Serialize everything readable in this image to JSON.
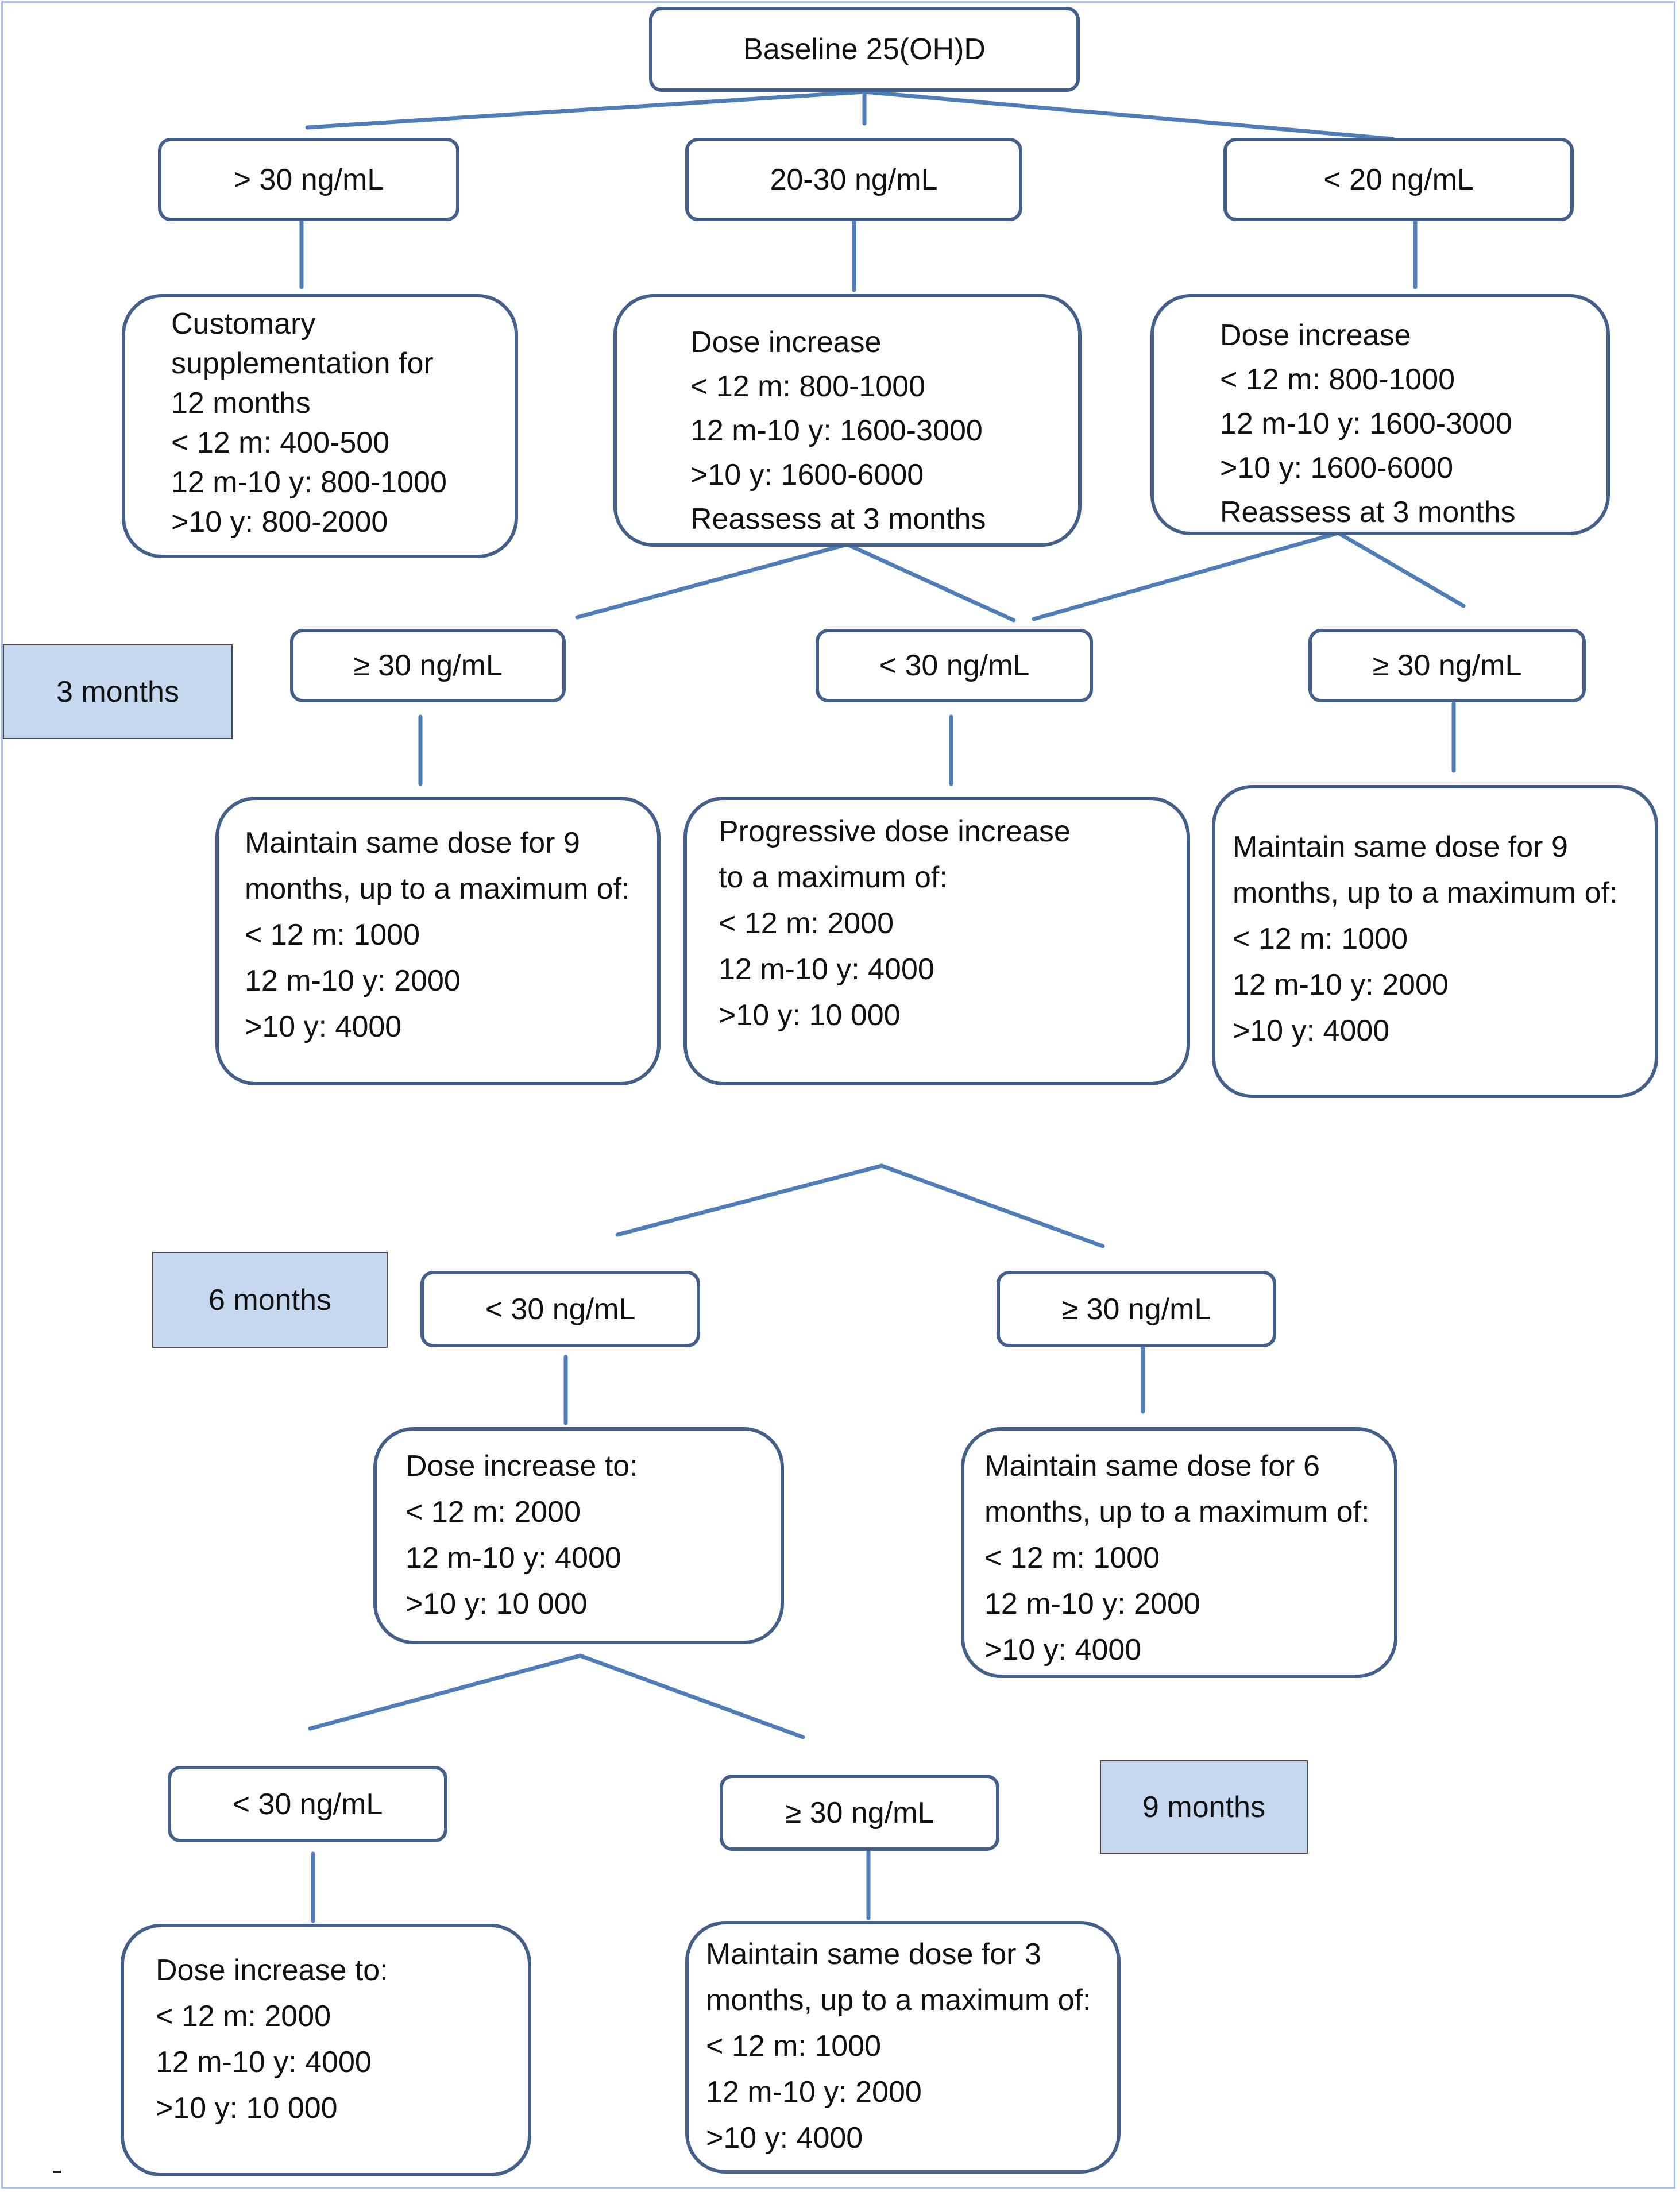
{
  "root": {
    "label": "Baseline 25(OH)D"
  },
  "baseline_branches": {
    "high": {
      "label": "> 30 ng/mL"
    },
    "mid": {
      "label": "20-30 ng/mL"
    },
    "low": {
      "label": "< 20 ng/mL"
    }
  },
  "baseline_actions": {
    "high": [
      "Customary",
      "supplementation for",
      "12 months",
      "< 12 m: 400-500",
      "12 m-10 y: 800-1000",
      ">10 y: 800-2000"
    ],
    "mid": [
      "Dose increase",
      "< 12 m: 800-1000",
      "12 m-10 y: 1600-3000",
      ">10 y: 1600-6000",
      "Reassess at 3 months"
    ],
    "low": [
      "Dose increase",
      "< 12 m: 800-1000",
      "12 m-10 y: 1600-3000",
      ">10 y: 1600-6000",
      "Reassess at 3 months"
    ]
  },
  "month3": {
    "time_label": "3 months",
    "left": {
      "label": "≥ 30 ng/mL"
    },
    "center": {
      "label": "< 30 ng/mL"
    },
    "right": {
      "label": "≥ 30 ng/mL"
    },
    "left_action": [
      "Maintain same dose for 9",
      "months, up to a maximum of:",
      "< 12 m: 1000",
      "12 m-10 y: 2000",
      ">10 y: 4000"
    ],
    "center_action": [
      "Progressive dose increase",
      "to a maximum of:",
      "< 12 m: 2000",
      "12 m-10 y: 4000",
      ">10 y: 10 000"
    ],
    "right_action": [
      "Maintain same dose for 9",
      "months, up to a maximum of:",
      "< 12 m: 1000",
      "12 m-10 y: 2000",
      ">10 y: 4000"
    ]
  },
  "month6": {
    "time_label": "6 months",
    "left": {
      "label": "< 30 ng/mL"
    },
    "right": {
      "label": "≥ 30 ng/mL"
    },
    "left_action": [
      "Dose increase to:",
      "< 12 m: 2000",
      "12 m-10 y: 4000",
      ">10 y: 10 000"
    ],
    "right_action": [
      "Maintain same dose for 6",
      "months, up to a maximum of:",
      "< 12 m: 1000",
      "12 m-10 y: 2000",
      ">10 y: 4000"
    ]
  },
  "month9": {
    "time_label": "9 months",
    "left": {
      "label": "< 30 ng/mL"
    },
    "right": {
      "label": "≥ 30 ng/mL"
    },
    "left_action": [
      "Dose increase to:",
      "< 12 m: 2000",
      "12 m-10 y: 4000",
      ">10 y: 10 000"
    ],
    "right_action": [
      "Maintain same dose for 3",
      "months, up to a maximum of:",
      "< 12 m: 1000",
      "12 m-10 y: 2000",
      ">10 y: 4000"
    ]
  },
  "colors": {
    "node_border": "#44608a",
    "arrow": "#4f7db8",
    "time_fill": "#c6d8ef"
  }
}
